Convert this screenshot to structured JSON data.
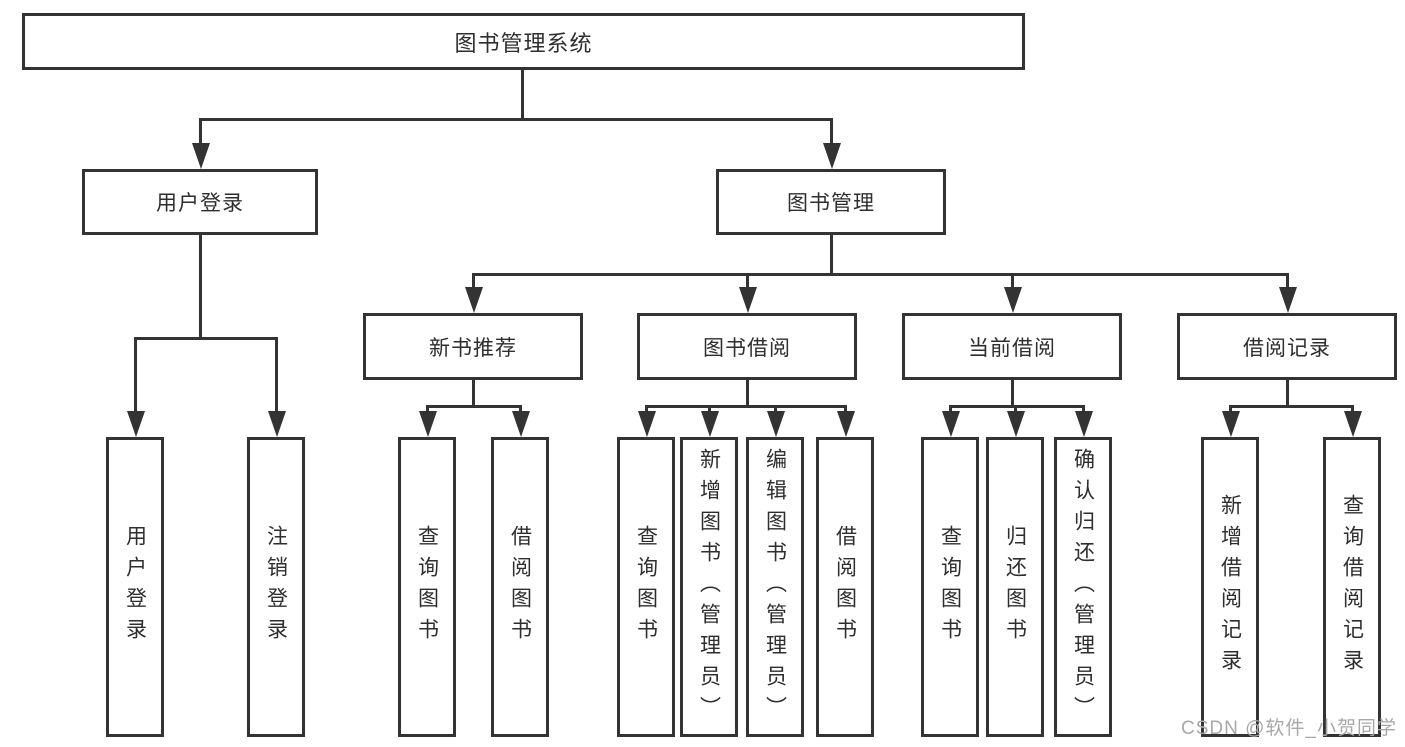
{
  "tree": {
    "root": "图书管理系统",
    "branches": [
      {
        "label": "用户登录",
        "leaves": [
          "用户登录",
          "注销登录"
        ]
      },
      {
        "label": "图书管理",
        "groups": [
          {
            "label": "新书推荐",
            "leaves": [
              "查询图书",
              "借阅图书"
            ]
          },
          {
            "label": "图书借阅",
            "leaves": [
              "查询图书",
              "新增图书（管理员）",
              "编辑图书（管理员）",
              "借阅图书"
            ]
          },
          {
            "label": "当前借阅",
            "leaves": [
              "查询图书",
              "归还图书",
              "确认归还（管理员）"
            ]
          },
          {
            "label": "借阅记录",
            "leaves": [
              "新增借阅记录",
              "查询借阅记录"
            ]
          }
        ]
      }
    ]
  },
  "watermark": "CSDN @软件_小贺同学",
  "colors": {
    "line": "#333333",
    "text": "#2e2e2e",
    "watermark": "#a8a8a8",
    "background": "#ffffff"
  }
}
